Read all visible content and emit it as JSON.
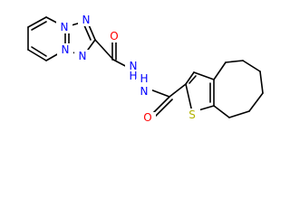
{
  "molecule": {
    "element_colors": {
      "N": "#0000ff",
      "O": "#ff0000",
      "S": "#b2b200"
    },
    "atoms": {
      "n1": "N",
      "n2": "N",
      "n3": "N",
      "n4": "N",
      "o_left": "O",
      "nh_left": "H",
      "nh_left_n": "N",
      "nh_right": "H",
      "nh_right_n": "N",
      "o_right": "O",
      "s_thiophene": "S"
    }
  }
}
